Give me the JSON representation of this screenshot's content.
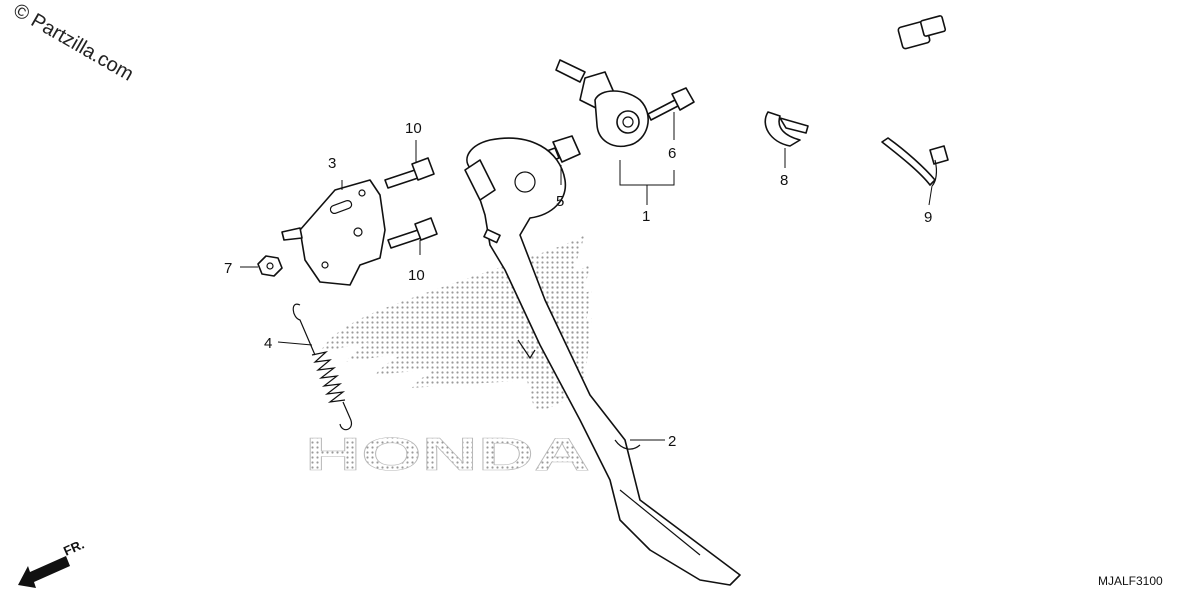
{
  "watermark": {
    "text": "© Partzilla.com"
  },
  "brand": {
    "logo_text": "HONDA"
  },
  "direction_marker": {
    "label": "FR."
  },
  "diagram_code": "MJALF3100",
  "callouts": {
    "c1": "1",
    "c2": "2",
    "c3": "3",
    "c4": "4",
    "c5": "5",
    "c6": "6",
    "c7": "7",
    "c8": "8",
    "c9": "9",
    "c10a": "10",
    "c10b": "10"
  },
  "colors": {
    "line": "#111111",
    "logo_dots": "#9a9a9a",
    "background": "#ffffff"
  }
}
